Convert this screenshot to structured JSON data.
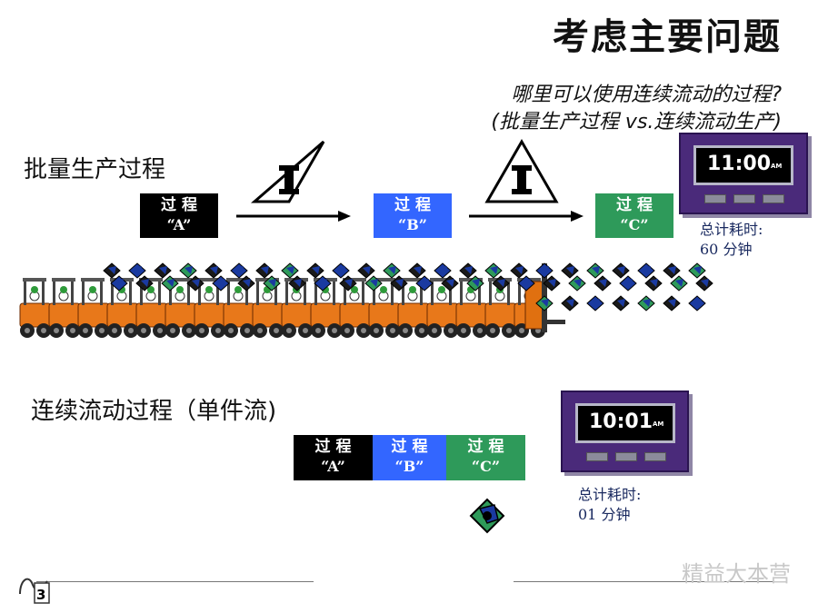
{
  "title": "考虑主要问题",
  "question_line1": "哪里可以使用连续流动的过程?",
  "question_line2": "(批量生产过程 vs.连续流动生产)",
  "batch": {
    "label": "批量生产过程",
    "inventory_symbol": "I",
    "boxes": [
      {
        "line1": "过 程",
        "line2": "“A”",
        "color": "#000000"
      },
      {
        "line1": "过 程",
        "line2": "“B”",
        "color": "#3366ff"
      },
      {
        "line1": "过 程",
        "line2": "“C”",
        "color": "#2e9a5a"
      }
    ],
    "clock_time": "11:00",
    "clock_suffix": "AM",
    "time_label": "总计耗时:",
    "time_value": "60 分钟"
  },
  "flow": {
    "label": "连续流动过程（单件流)",
    "boxes": [
      {
        "line1": "过 程",
        "line2": "“A”",
        "color": "#000000"
      },
      {
        "line1": "过 程",
        "line2": "“B”",
        "color": "#3366ff"
      },
      {
        "line1": "过 程",
        "line2": "“C”",
        "color": "#2e9a5a"
      }
    ],
    "clock_time": "10:01",
    "clock_suffix": "AM",
    "time_label": "总计耗时:",
    "time_value": "01 分钟"
  },
  "page_number": "3",
  "watermark": "精益大本营"
}
